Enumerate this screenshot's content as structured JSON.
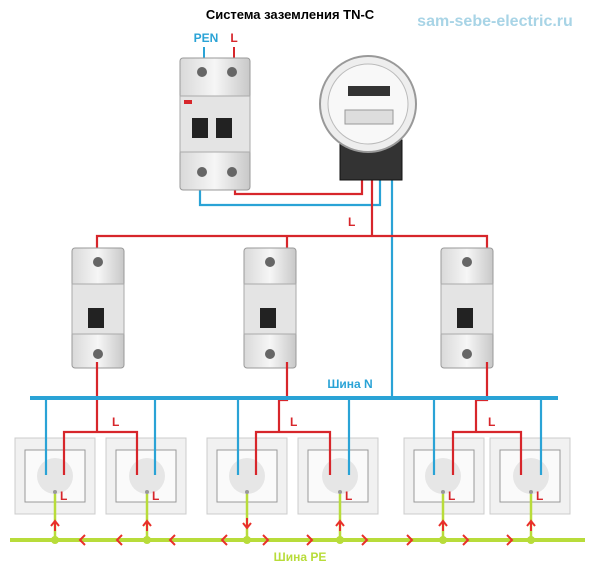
{
  "title": "Система заземления TN-C",
  "watermark": "sam-sebe-electric.ru",
  "labels": {
    "pen": "PEN",
    "l_input": "L",
    "l_meter": "L",
    "bus_n": "Шина N",
    "bus_pe": "Шина PE",
    "l_group": [
      "L",
      "L",
      "L"
    ],
    "l_socket": [
      "L",
      "L",
      "L",
      "L",
      "L"
    ]
  },
  "colors": {
    "neutral": "#2aa3d6",
    "phase": "#d7262b",
    "pe": "#b8dc3a",
    "arrow": "#e8302a",
    "watermark": "#a8d4e6"
  }
}
